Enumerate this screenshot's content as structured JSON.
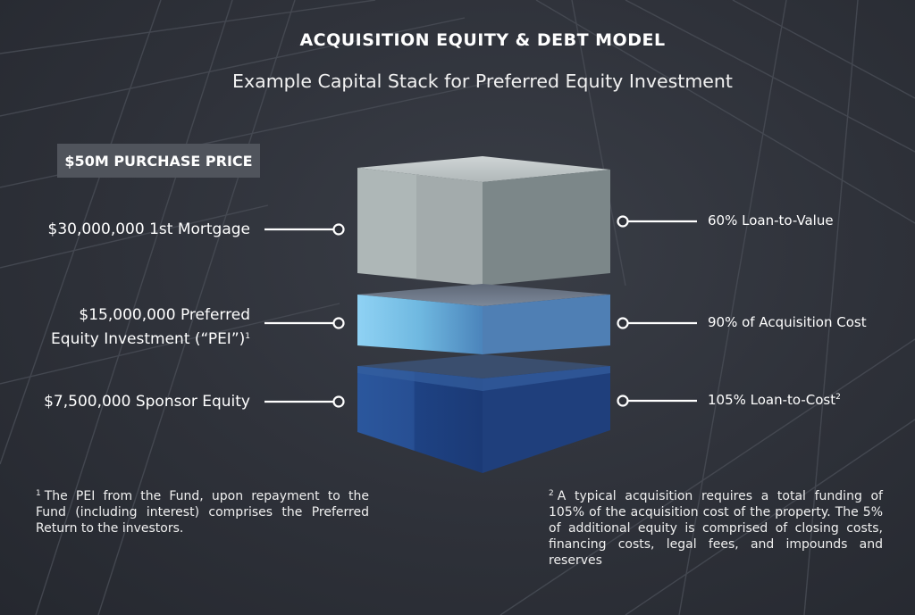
{
  "title": "ACQUISITION EQUITY & DEBT MODEL",
  "subtitle": "Example Capital Stack for Preferred Equity Investment",
  "price_badge": "$50M PURCHASE PRICE",
  "layers": [
    {
      "left_lines": [
        "$30,000,000 1st Mortgage"
      ],
      "right_label": "60% Loan-to-Value",
      "right_sup": "",
      "left_sup": ""
    },
    {
      "left_lines": [
        "$15,000,000 Preferred",
        "Equity Investment (“PEI”)"
      ],
      "left_sup": "1",
      "right_label": "90% of Acquisition Cost",
      "right_sup": ""
    },
    {
      "left_lines": [
        "$7,500,000 Sponsor Equity"
      ],
      "left_sup": "",
      "right_label": "105% Loan-to-Cost",
      "right_sup": "2"
    }
  ],
  "footnotes": {
    "left_num": "1",
    "left_text": "The PEI from the Fund, upon repayment to the Fund (including interest) comprises the Preferred Return to the investors.",
    "right_num": "2",
    "right_text": "A typical acquisition requires a total funding of 105% of the acquisition cost of the property. The 5% of additional equity is comprised of closing costs, financing costs, legal fees, and impounds and reserves"
  },
  "colors": {
    "top_block": "#a9b2b3",
    "middle_block": "#6fb3da",
    "bottom_block": "#23468a"
  }
}
